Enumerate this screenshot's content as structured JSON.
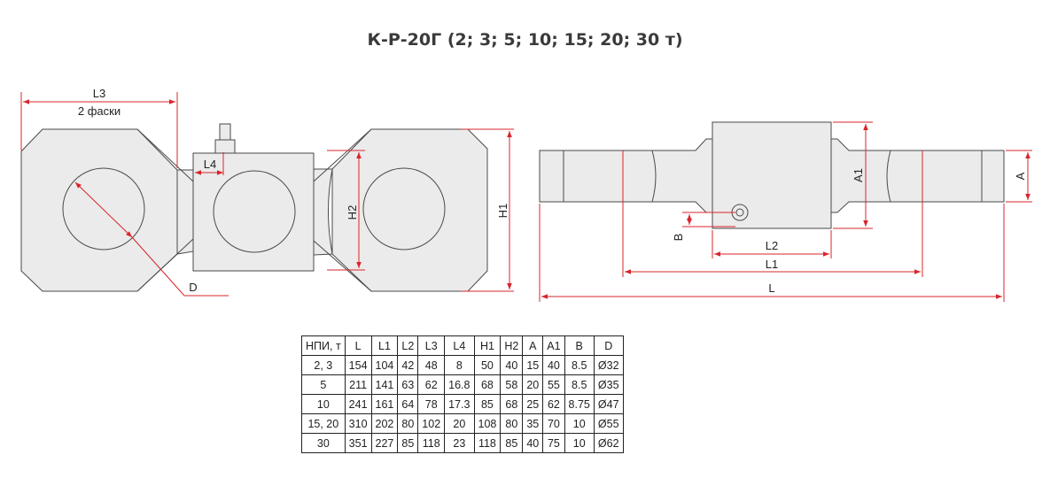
{
  "title": "К-Р-20Г (2; 3; 5; 10; 15; 20; 30 т)",
  "colors": {
    "dimension": "#d9242b",
    "outline": "#4a4a4a",
    "fill": "#ebebeb"
  },
  "labels": {
    "L3": "L3",
    "chamfers": "2 фаски",
    "L4": "L4",
    "H2": "H2",
    "H1": "H1",
    "D": "D",
    "A1": "A1",
    "A": "A",
    "B": "B",
    "L2": "L2",
    "L1": "L1",
    "L": "L"
  },
  "table": {
    "headers": [
      "НПИ, т",
      "L",
      "L1",
      "L2",
      "L3",
      "L4",
      "H1",
      "H2",
      "A",
      "A1",
      "B",
      "D"
    ],
    "rows": [
      [
        "2, 3",
        "154",
        "104",
        "42",
        "48",
        "8",
        "50",
        "40",
        "15",
        "40",
        "8.5",
        "Ø32"
      ],
      [
        "5",
        "211",
        "141",
        "63",
        "62",
        "16.8",
        "68",
        "58",
        "20",
        "55",
        "8.5",
        "Ø35"
      ],
      [
        "10",
        "241",
        "161",
        "64",
        "78",
        "17.3",
        "85",
        "68",
        "25",
        "62",
        "8.75",
        "Ø47"
      ],
      [
        "15, 20",
        "310",
        "202",
        "80",
        "102",
        "20",
        "108",
        "80",
        "35",
        "70",
        "10",
        "Ø55"
      ],
      [
        "30",
        "351",
        "227",
        "85",
        "118",
        "23",
        "118",
        "85",
        "40",
        "75",
        "10",
        "Ø62"
      ]
    ]
  }
}
